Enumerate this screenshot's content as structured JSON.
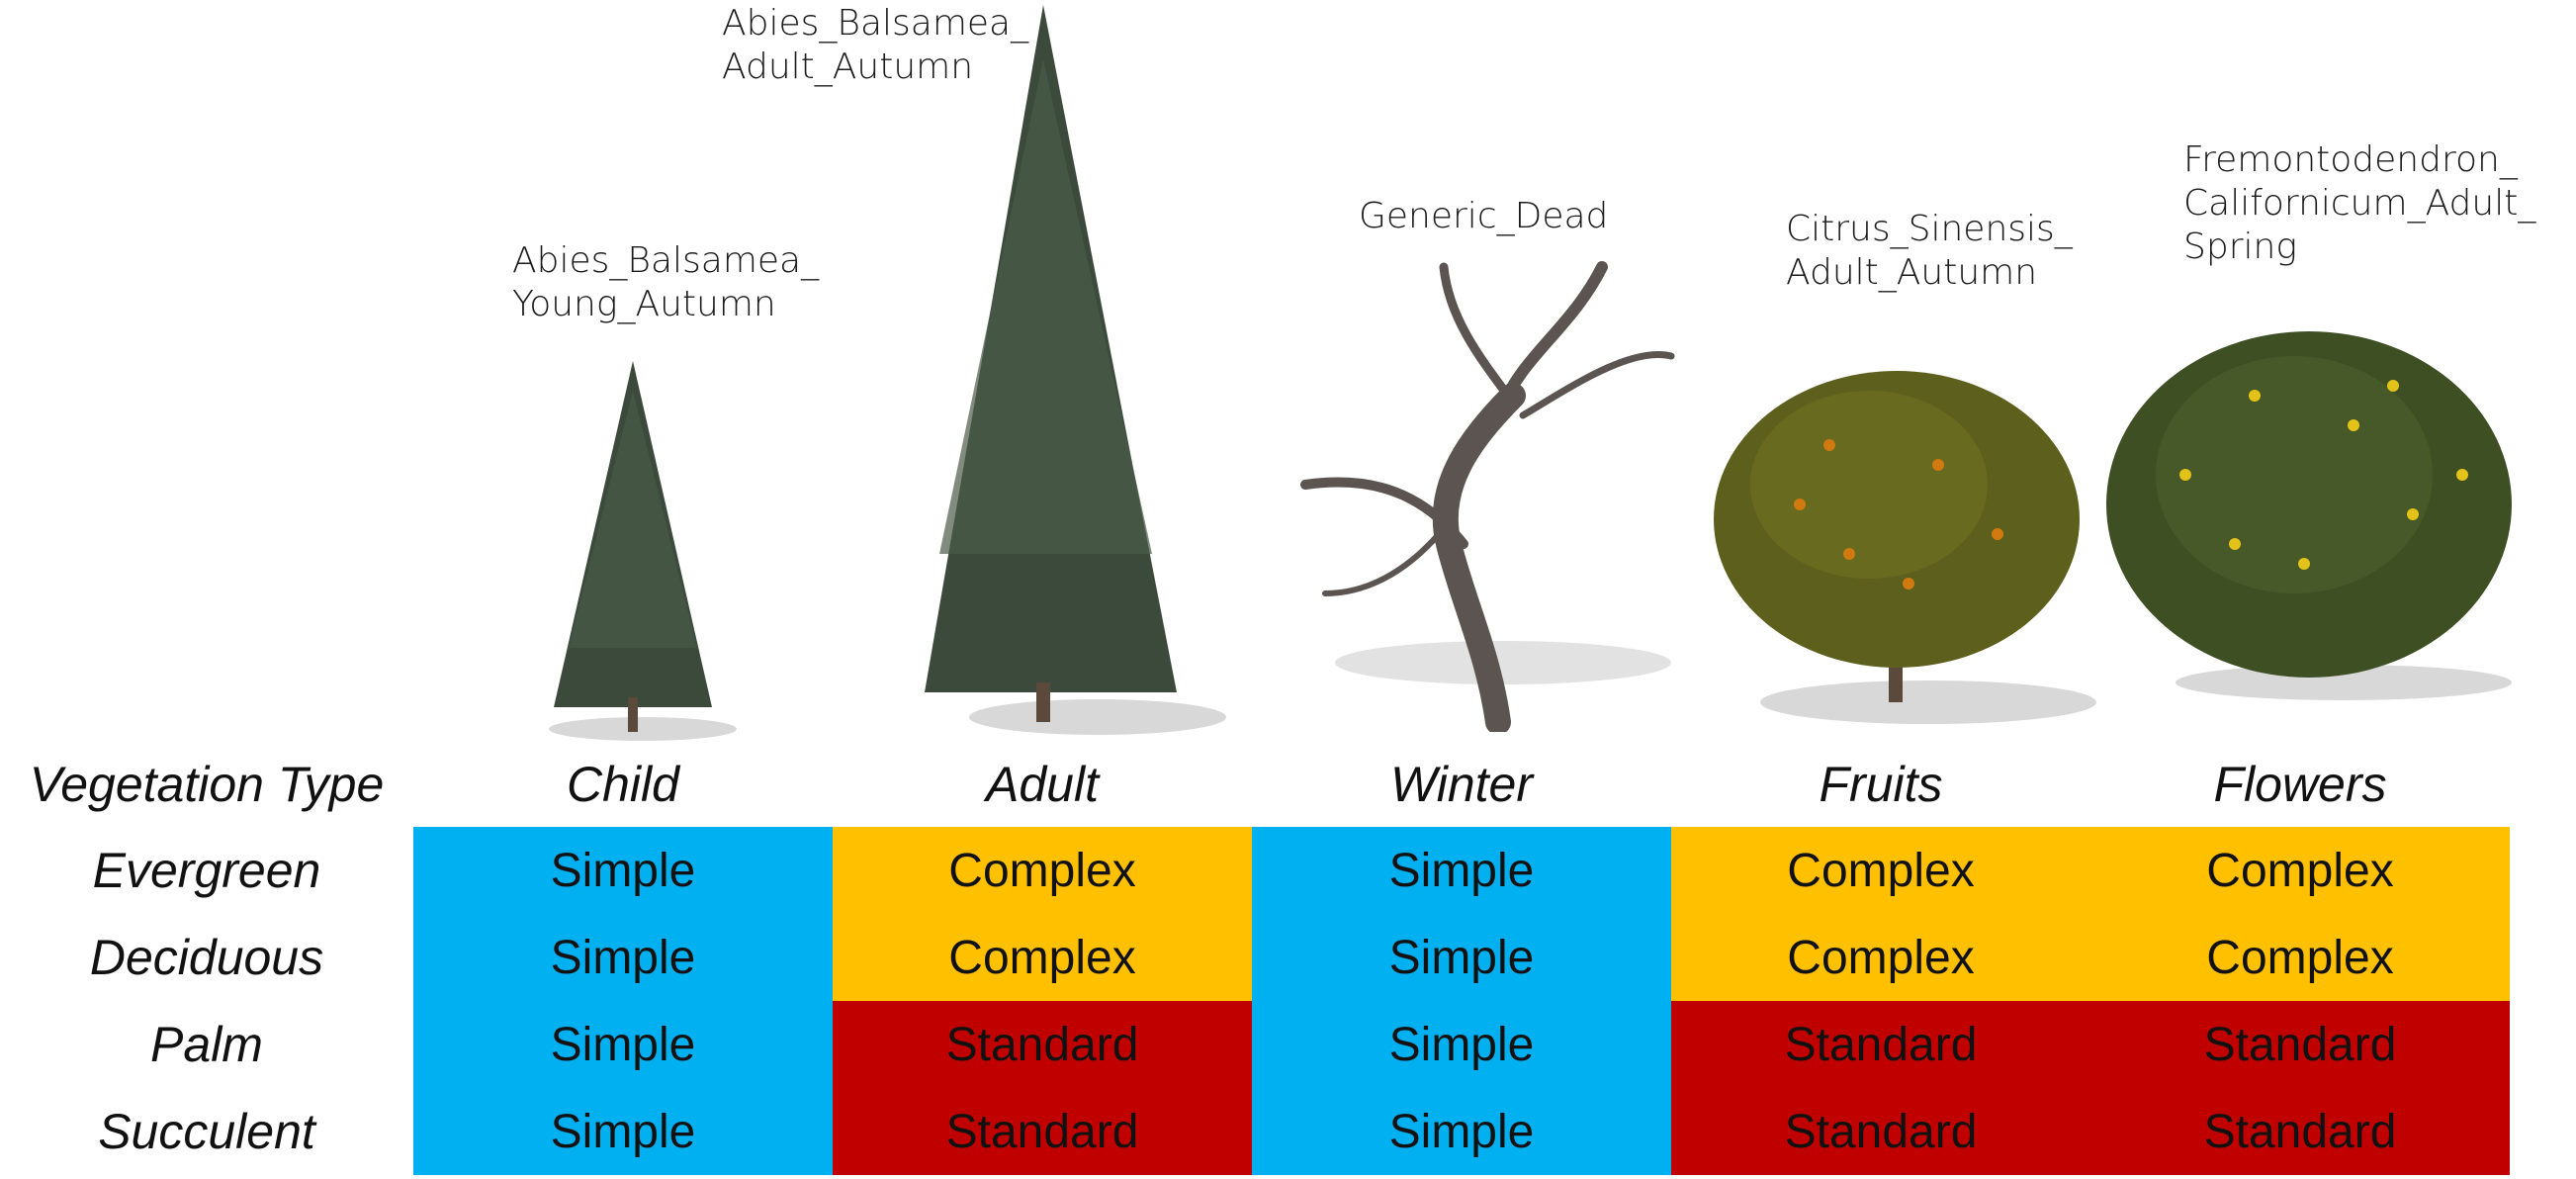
{
  "colors": {
    "simple": "#00b0f0",
    "complex": "#ffc000",
    "standard": "#c00000",
    "foliage_dark": "#3b4a3a",
    "foliage_olive": "#5d5f1d",
    "trunk": "#5b4a3c",
    "shadow": "#d8d8d8"
  },
  "captions": {
    "child": "Abies_Balsamea_\nYoung_Autumn",
    "adult": "Abies_Balsamea_\nAdult_Autumn",
    "winter": "Generic_Dead",
    "fruits": "Citrus_Sinensis_\nAdult_Autumn",
    "flowers": "Fremontodendron_\nCalifornicum_Adult_\nSpring"
  },
  "table": {
    "corner": "Vegetation Type",
    "columns": [
      "Child",
      "Adult",
      "Winter",
      "Fruits",
      "Flowers"
    ],
    "rows": [
      {
        "label": "Evergreen",
        "cells": [
          {
            "text": "Simple",
            "kind": "simple"
          },
          {
            "text": "Complex",
            "kind": "complex"
          },
          {
            "text": "Simple",
            "kind": "simple"
          },
          {
            "text": "Complex",
            "kind": "complex"
          },
          {
            "text": "Complex",
            "kind": "complex"
          }
        ]
      },
      {
        "label": "Deciduous",
        "cells": [
          {
            "text": "Simple",
            "kind": "simple"
          },
          {
            "text": "Complex",
            "kind": "complex"
          },
          {
            "text": "Simple",
            "kind": "simple"
          },
          {
            "text": "Complex",
            "kind": "complex"
          },
          {
            "text": "Complex",
            "kind": "complex"
          }
        ]
      },
      {
        "label": "Palm",
        "cells": [
          {
            "text": "Simple",
            "kind": "simple"
          },
          {
            "text": "Standard",
            "kind": "standard"
          },
          {
            "text": "Simple",
            "kind": "simple"
          },
          {
            "text": "Standard",
            "kind": "standard"
          },
          {
            "text": "Standard",
            "kind": "standard"
          }
        ]
      },
      {
        "label": "Succulent",
        "cells": [
          {
            "text": "Simple",
            "kind": "simple"
          },
          {
            "text": "Standard",
            "kind": "standard"
          },
          {
            "text": "Simple",
            "kind": "simple"
          },
          {
            "text": "Standard",
            "kind": "standard"
          },
          {
            "text": "Standard",
            "kind": "standard"
          }
        ]
      }
    ]
  }
}
